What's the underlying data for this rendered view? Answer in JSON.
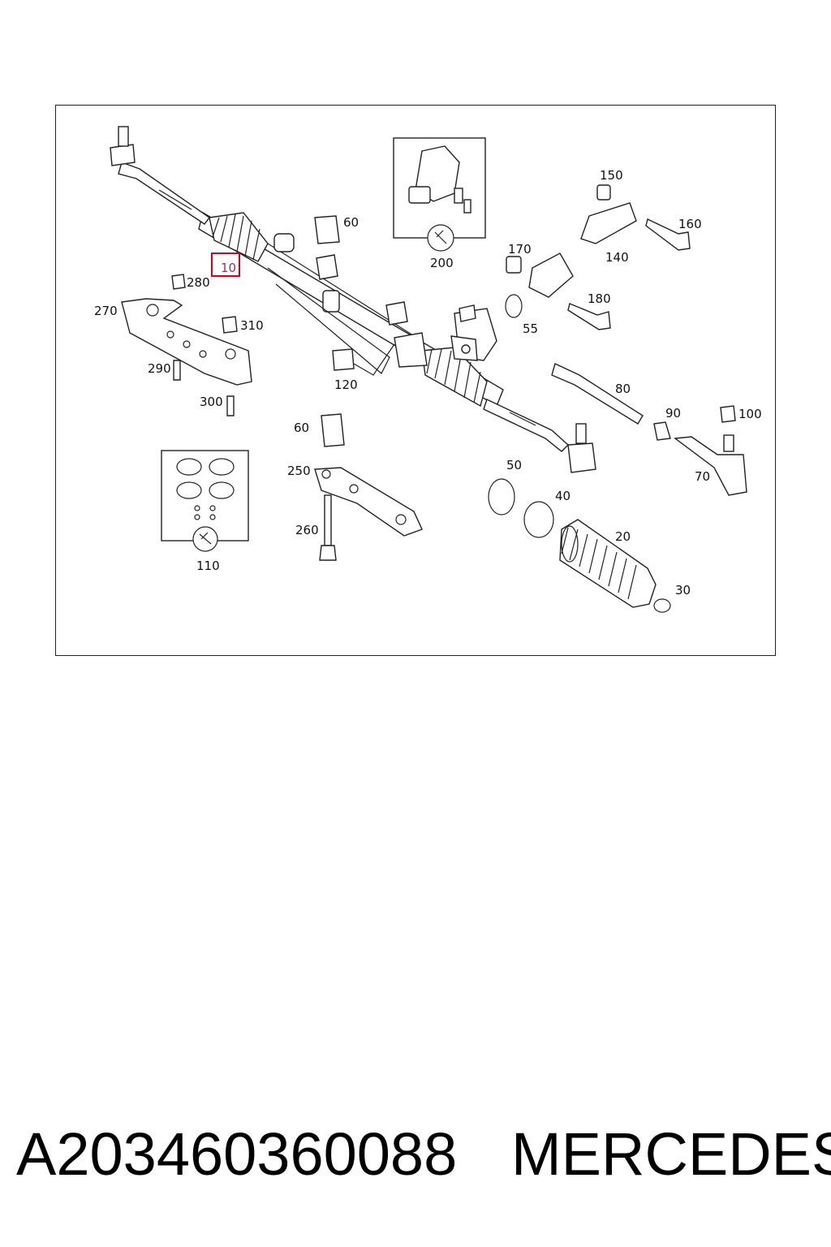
{
  "diagram": {
    "callouts": {
      "c10": "10",
      "c20": "20",
      "c30": "30",
      "c40": "40",
      "c50": "50",
      "c55": "55",
      "c60a": "60",
      "c60b": "60",
      "c70": "70",
      "c80": "80",
      "c90": "90",
      "c100": "100",
      "c110": "110",
      "c120": "120",
      "c140": "140",
      "c150": "150",
      "c160": "160",
      "c170": "170",
      "c180": "180",
      "c200": "200",
      "c250": "250",
      "c260": "260",
      "c270": "270",
      "c280": "280",
      "c290": "290",
      "c300": "300",
      "c310": "310"
    },
    "highlight_color": "#d0021b",
    "highlighted_part": "10"
  },
  "caption": {
    "part_number": "A203460360088",
    "brand": "MERCEDES"
  }
}
